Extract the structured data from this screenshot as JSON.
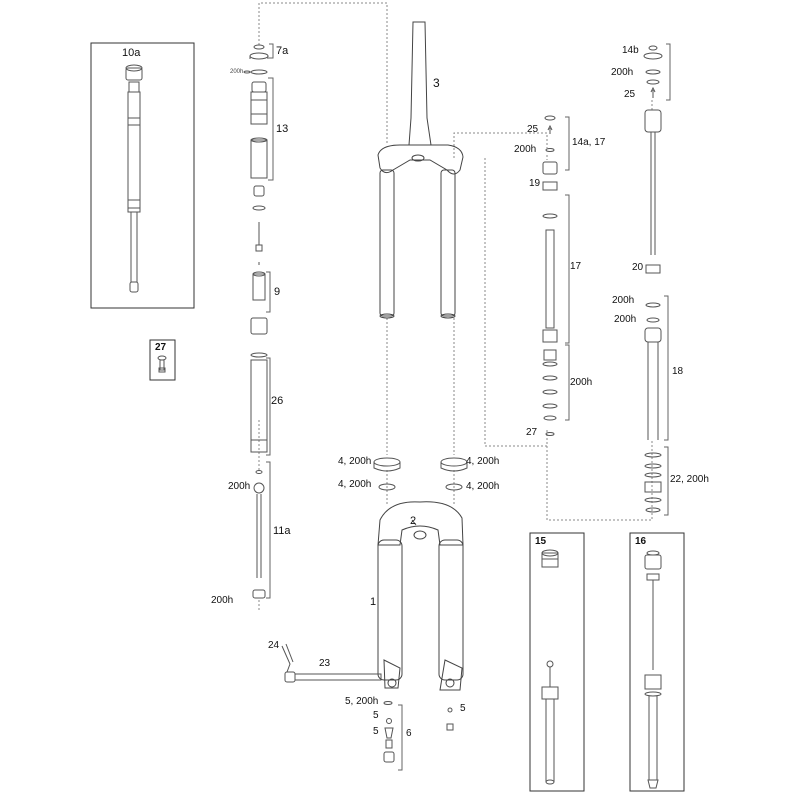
{
  "labels": {
    "l10a": "10a",
    "l7a": "7a",
    "l200_tiny": "200h",
    "l13": "13",
    "l9": "9",
    "l26": "26",
    "l200_11a_top": "200h",
    "l11a": "11a",
    "l200_11a_bot": "200h",
    "l27_box": "27",
    "l3": "3",
    "l4_200_l1": "4, 200h",
    "l4_200_l2": "4, 200h",
    "l4_200_r1": "4, 200h",
    "l4_200_r2": "4, 200h",
    "l2": "2",
    "l1": "1",
    "l24": "24",
    "l23": "23",
    "l5_200": "5, 200h",
    "l5_a": "5",
    "l5_b": "5",
    "l6": "6",
    "l5_right": "5",
    "l25_mid": "25",
    "l200_mid": "200h",
    "l14a17": "14a, 17",
    "l19": "19",
    "l17": "17",
    "l200_mid2": "200h",
    "l27_mid": "27",
    "l15": "15",
    "l14b": "14b",
    "l200_r_top": "200h",
    "l25_r": "25",
    "l20": "20",
    "l200_r_a": "200h",
    "l200_r_b": "200h",
    "l18": "18",
    "l22_200": "22, 200h",
    "l16": "16"
  }
}
